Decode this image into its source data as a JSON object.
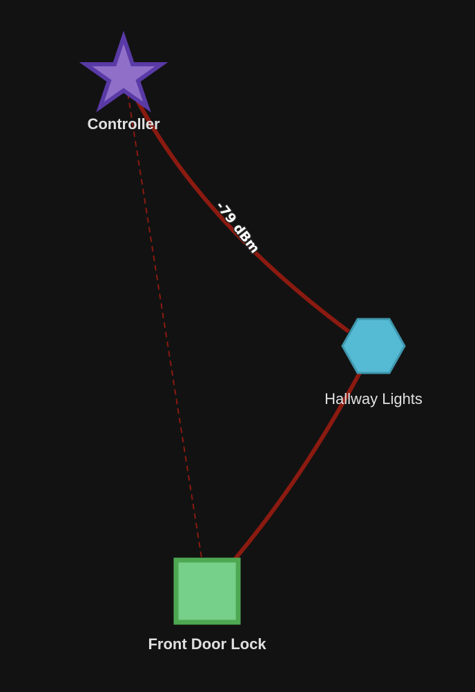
{
  "nodes": [
    {
      "id": "controller",
      "label": "Controller",
      "shape": "star",
      "fill": "#8f6fc8",
      "stroke": "#5a3aa6"
    },
    {
      "id": "hallway",
      "label": "Hallway Lights",
      "shape": "hexagon",
      "fill": "#55bad4",
      "stroke": "#3f98ae"
    },
    {
      "id": "door",
      "label": "Front Door Lock",
      "shape": "square",
      "fill": "#77d08a",
      "stroke": "#4ea852"
    }
  ],
  "edges": [
    {
      "from": "controller",
      "to": "hallway",
      "label": "-79 dBm",
      "style": "solid",
      "color": "#8b1a10"
    },
    {
      "from": "hallway",
      "to": "door",
      "style": "solid",
      "color": "#8b1a10"
    },
    {
      "from": "controller",
      "to": "door",
      "style": "dashed",
      "color": "#8b1a10"
    }
  ]
}
